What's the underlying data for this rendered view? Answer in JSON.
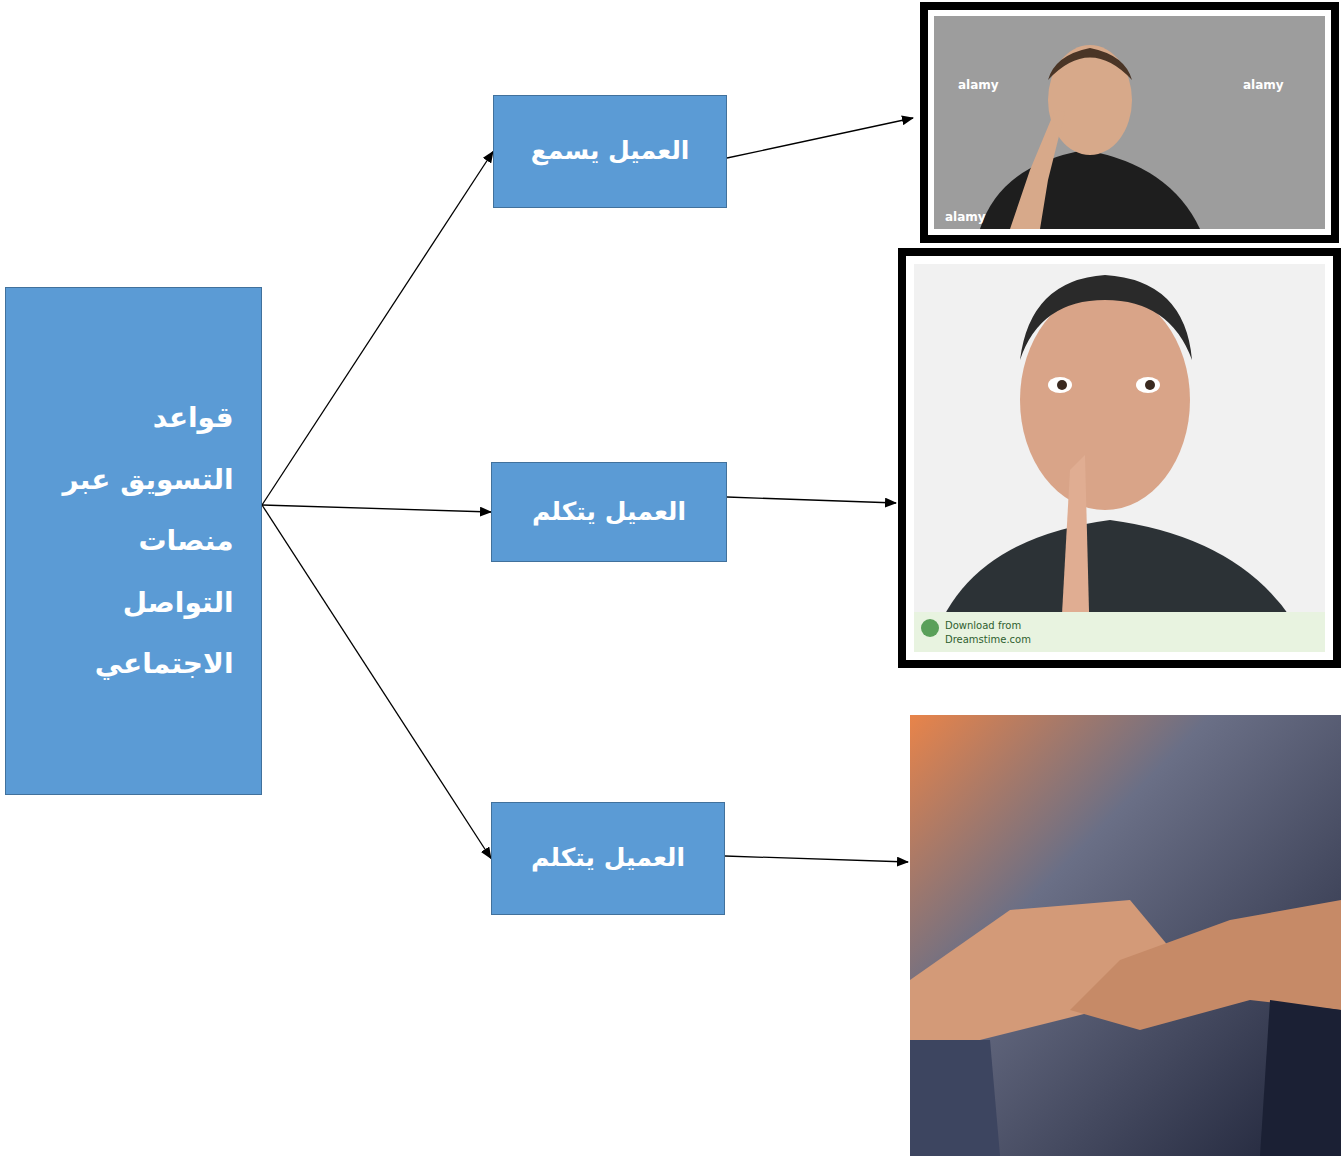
{
  "diagram": {
    "nodes": [
      {
        "text": [
          "قواعد التسويق عبر منصات التواصل الاجتماعي"
        ]
      },
      {
        "text": [
          "العميل يسمع"
        ]
      },
      {
        "text": [
          "العميل يتكلم"
        ]
      },
      {
        "text": [
          "العميل يتكلم"
        ]
      }
    ],
    "edges": [
      {
        "from": 0,
        "to": 1,
        "arrow": "to"
      },
      {
        "from": 0,
        "to": 2,
        "arrow": "to"
      },
      {
        "from": 0,
        "to": 3,
        "arrow": "to"
      }
    ],
    "labels": [
      "alamy",
      "alamy",
      "alamy",
      "Download from",
      "Dreamstime.com"
    ]
  }
}
